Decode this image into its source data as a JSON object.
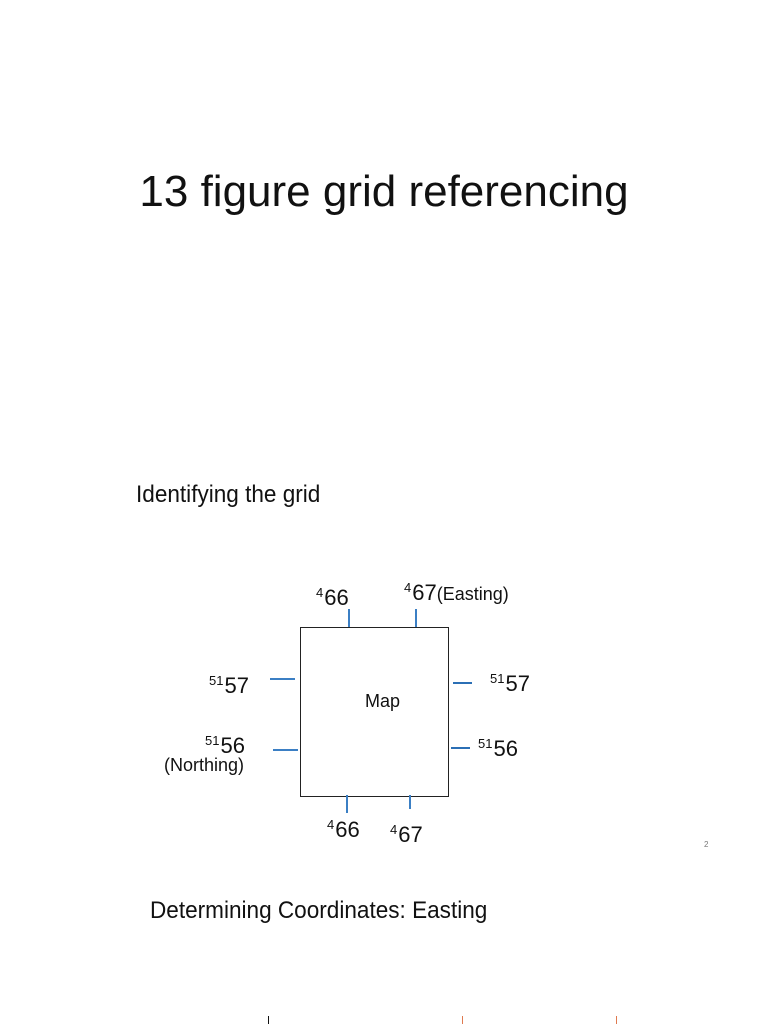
{
  "slide": {
    "title": "13 figure grid referencing",
    "section_identify": "Identifying the grid",
    "section_determine": "Determining Coordinates: Easting",
    "page_number": "2"
  },
  "diagram": {
    "map_label": "Map",
    "top_left": {
      "prefix": "4",
      "main": "66"
    },
    "top_right": {
      "prefix": "4",
      "main": "67",
      "note": "(Easting)"
    },
    "left_upper": {
      "prefix": "51",
      "main": "57"
    },
    "left_lower": {
      "prefix": "51",
      "main": "56",
      "note": "(Northing)"
    },
    "right_upper": {
      "prefix": "51",
      "main": "57"
    },
    "right_lower": {
      "prefix": "51",
      "main": "56"
    },
    "bottom_left": {
      "prefix": "4",
      "main": "66"
    },
    "bottom_right": {
      "prefix": "4",
      "main": "67"
    },
    "colors": {
      "tick": "#3b7fc4",
      "box": "#222222",
      "accent_mark": "#e07a4f"
    }
  }
}
